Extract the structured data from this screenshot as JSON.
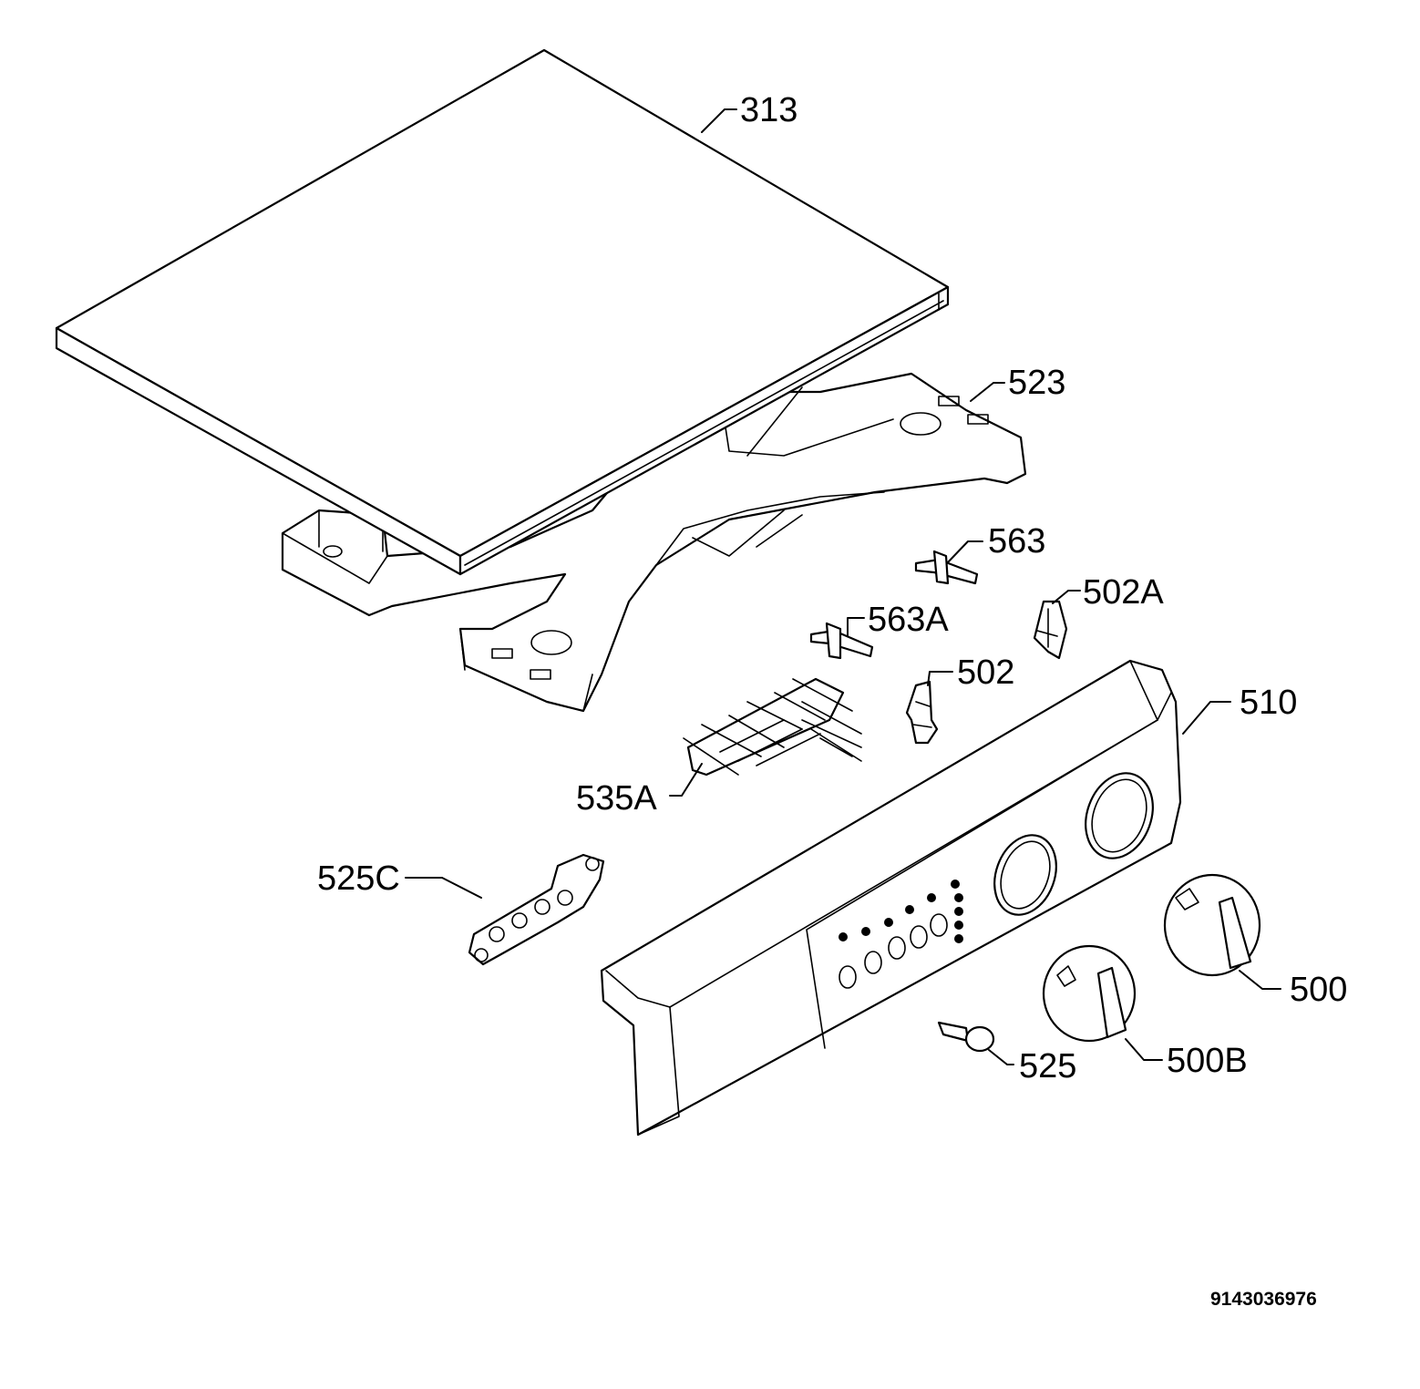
{
  "labels": {
    "p313": "313",
    "p523": "523",
    "p563": "563",
    "p502A": "502A",
    "p563A": "563A",
    "p502": "502",
    "p510": "510",
    "p535A": "535A",
    "p525C": "525C",
    "p500": "500",
    "p500B": "500B",
    "p525": "525"
  },
  "document_number": "9143036976"
}
